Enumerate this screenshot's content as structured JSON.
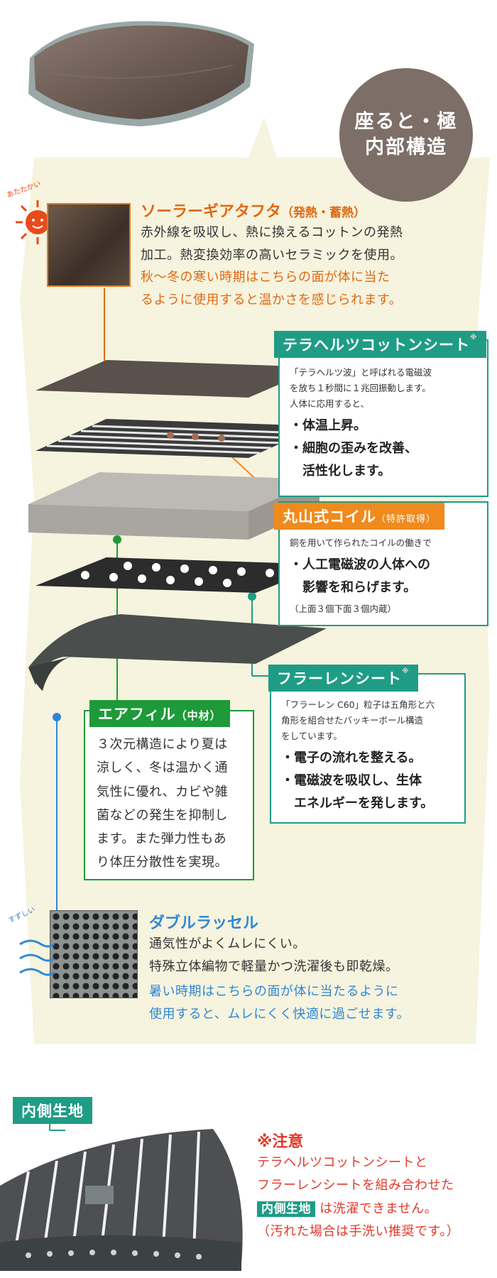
{
  "badge": {
    "line1": "座ると・極",
    "line2": "内部構造"
  },
  "solar": {
    "title": "ソーラーギアタフタ",
    "title_sub": "（発熱・蓄熱）",
    "body_lines": [
      "赤外線を吸収し、熱に換えるコットンの発熱",
      "加工。熱変換効率の高いセラミックを使用。"
    ],
    "note_lines": [
      "秋〜冬の寒い時期はこちらの面が体に当た",
      "るように使用すると温かさを感じられます。"
    ],
    "sun_label": "あたたかい"
  },
  "terahealth": {
    "title": "テラヘルツコットンシート",
    "mark": "※",
    "desc_lines": [
      "「テラヘルツ波」と呼ばれる電磁波",
      "を放ち１秒間に１兆回振動します。",
      "人体に応用すると、"
    ],
    "bullets": [
      "・体温上昇。",
      "・細胞の歪みを改善、",
      "　活性化します。"
    ]
  },
  "coil": {
    "title": "丸山式コイル",
    "title_sub": "（特許取得）",
    "desc": "銅を用いて作られたコイルの働きで",
    "bullets": [
      "・人工電磁波の人体への",
      "　影響を和らげます。"
    ],
    "note": "（上面３個下面３個内蔵）"
  },
  "fullerene": {
    "title": "フラーレンシート",
    "mark": "※",
    "desc_lines": [
      "「フラーレン C60」粒子は五角形と六",
      "角形を組合せたバッキーボール構造",
      "をしています。"
    ],
    "bullets": [
      "・電子の流れを整える。",
      "・電磁波を吸収し、生体",
      "　エネルギーを発します。"
    ]
  },
  "airfill": {
    "title": "エアフィル",
    "title_sub": "（中材）",
    "body_lines": [
      "３次元構造により夏は",
      "涼しく、冬は温かく通",
      "気性に優れ、カビや雑",
      "菌などの発生を抑制し",
      "ます。また弾力性もあ",
      "り体圧分散性を実現。"
    ]
  },
  "double": {
    "title": "ダブルラッセル",
    "body_lines": [
      "通気性がよくムレにくい。",
      "特殊立体編物で軽量かつ洗濯後も即乾燥。"
    ],
    "note_lines": [
      "暑い時期はこちらの面が体に当たるように",
      "使用すると、ムレにくく快適に過ごせます。"
    ],
    "cool_label": "すずしい"
  },
  "inner": {
    "tag": "内側生地",
    "warning_title": "※注意",
    "lines": [
      "テラヘルツコットンシートと",
      "フラーレンシートを組み合わせた"
    ],
    "inline_tag": "内側生地",
    "line3_rest": " は洗濯できません。",
    "line4": "（汚れた場合は手洗い推奨です。）"
  },
  "colors": {
    "bubble": "#f6f3de",
    "badge": "#7d6e68",
    "teal": "#1f9c86",
    "orange": "#f08a1d",
    "green": "#1e9a3a",
    "blue": "#2e88d6",
    "red": "#e13a2a"
  }
}
